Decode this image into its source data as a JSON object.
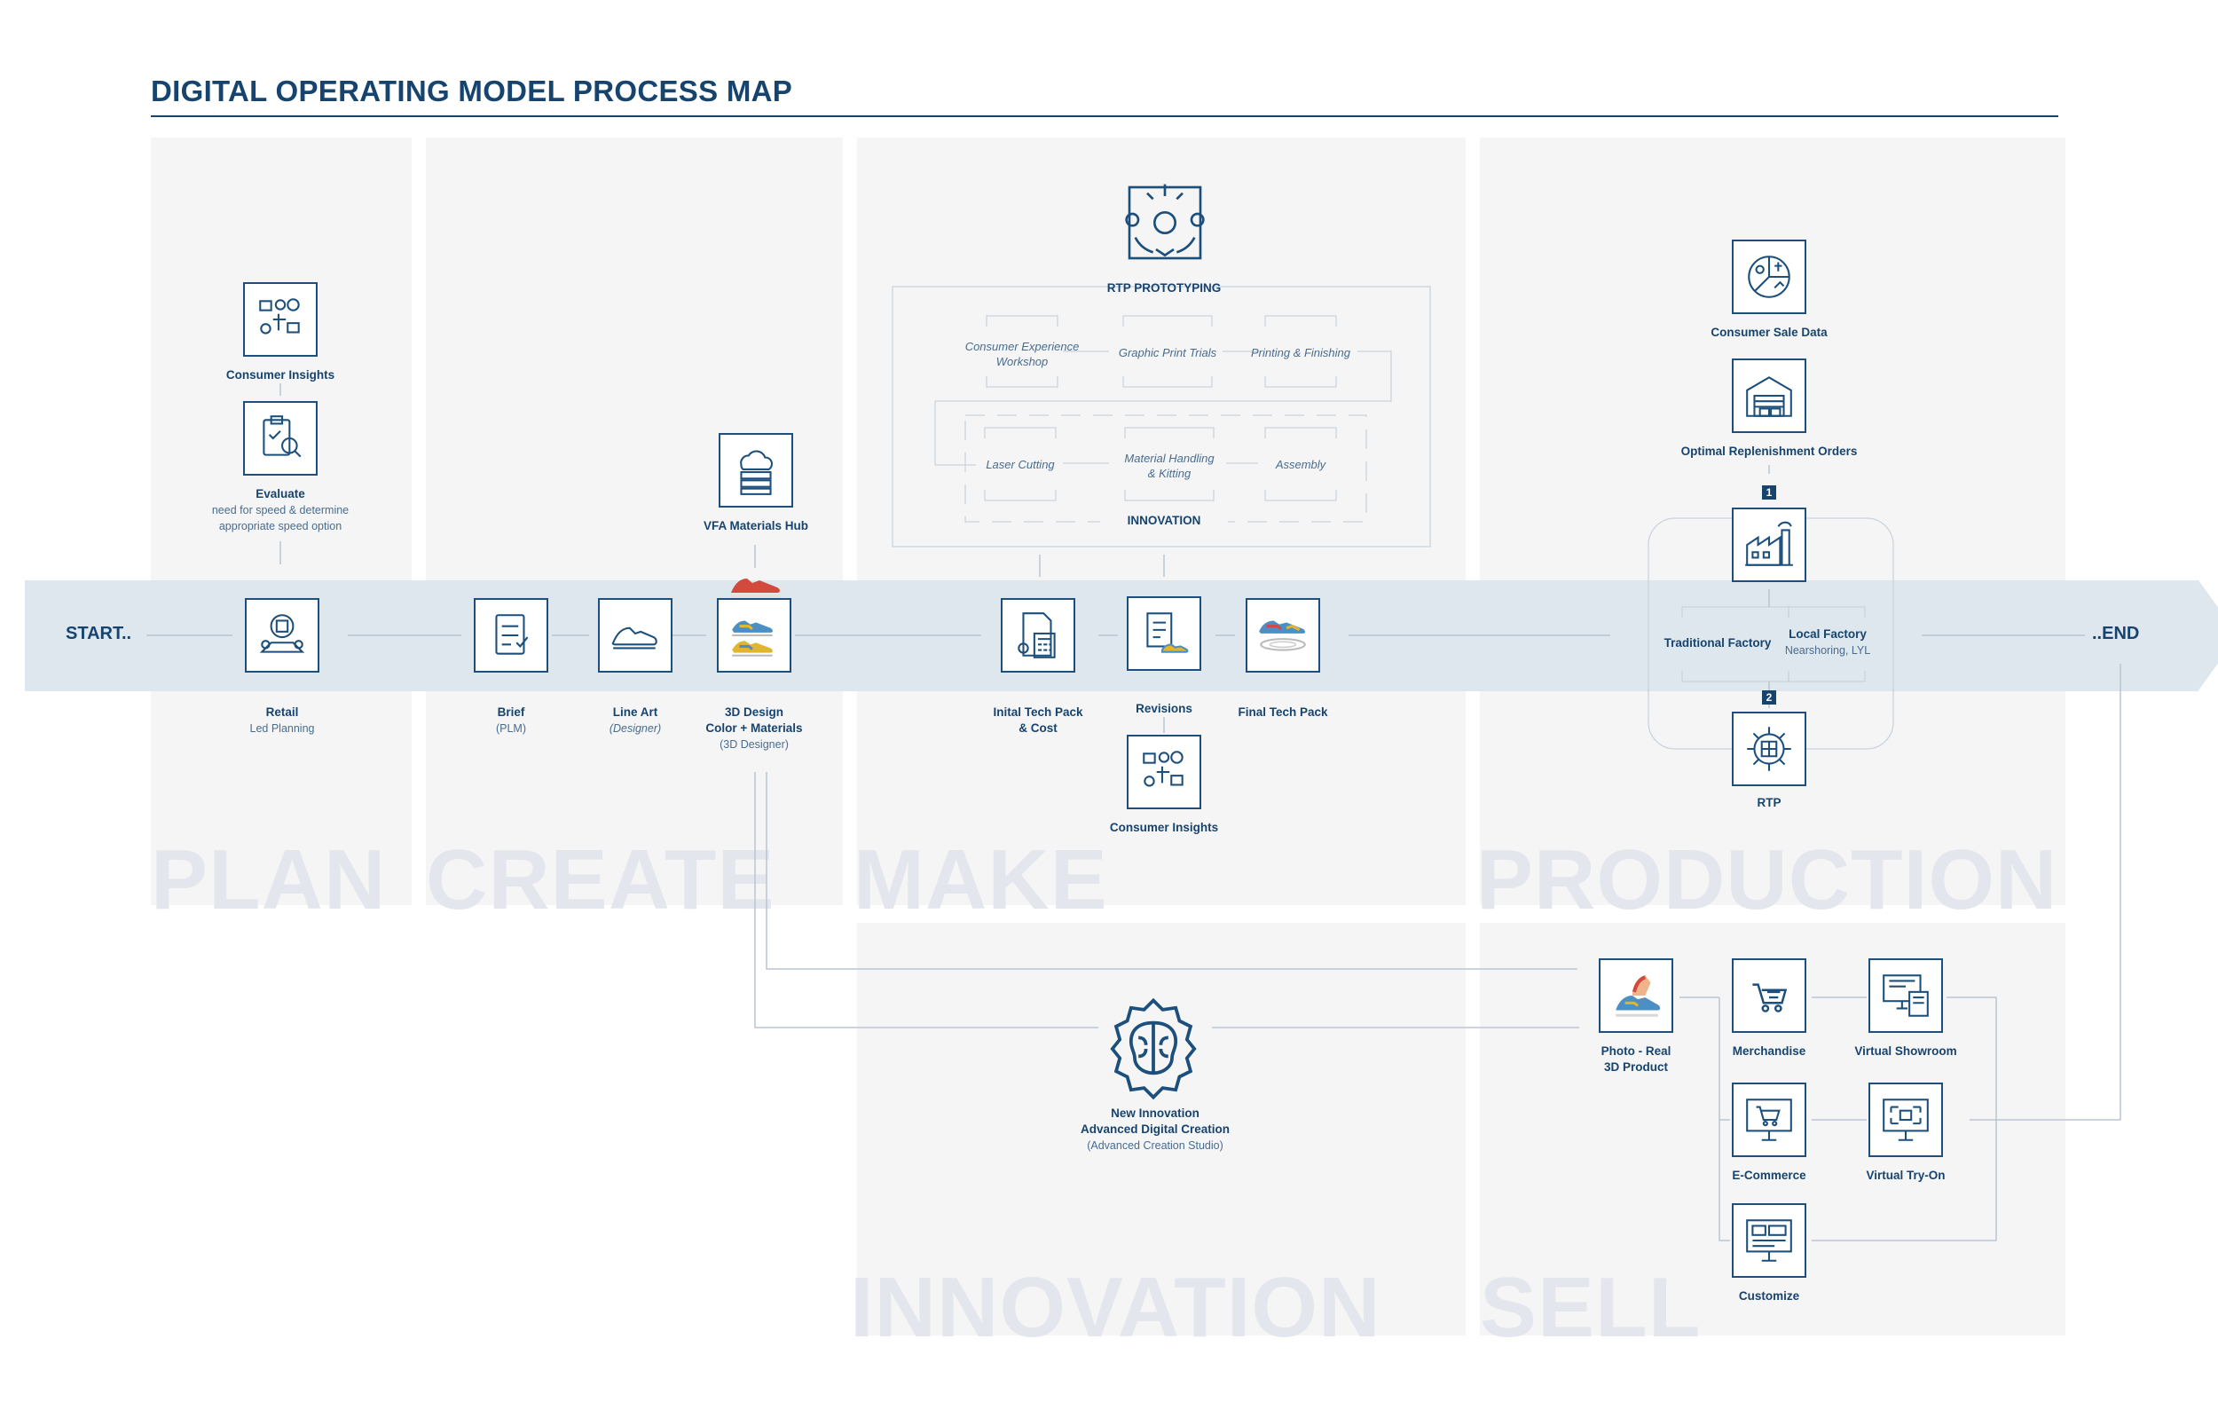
{
  "title": "DIGITAL OPERATING MODEL PROCESS MAP",
  "sections": {
    "plan": "PLAN",
    "create": "CREATE",
    "make": "MAKE",
    "production": "PRODUCTION",
    "innovation": "INNOVATION",
    "sell": "SELL"
  },
  "flow": {
    "start": "START..",
    "end": "..END"
  },
  "plan": {
    "consumer_insights": "Consumer Insights",
    "evaluate_title": "Evaluate",
    "evaluate_sub1": "need for speed & determine",
    "evaluate_sub2": "appropriate speed option",
    "retail_title": "Retail",
    "retail_sub": "Led Planning"
  },
  "create": {
    "brief_title": "Brief",
    "brief_sub": "(PLM)",
    "lineart_title": "Line Art",
    "lineart_sub": "(Designer)",
    "design_title1": "3D Design",
    "design_title2": "Color + Materials",
    "design_sub": "(3D Designer)",
    "vfa": "VFA Materials Hub"
  },
  "make": {
    "rtp_prototyping": "RTP PROTOTYPING",
    "step1a": "Consumer Experience",
    "step1b": "Workshop",
    "step2": "Graphic Print Trials",
    "step3": "Printing & Finishing",
    "step4": "Laser Cutting",
    "step5a": "Material Handling",
    "step5b": "& Kitting",
    "step6": "Assembly",
    "innovation_label": "INNOVATION",
    "techpack_title1": "Inital Tech Pack",
    "techpack_title2": "& Cost",
    "revisions": "Revisions",
    "final_techpack": "Final Tech Pack",
    "consumer_insights": "Consumer Insights"
  },
  "production": {
    "consumer_sale_data": "Consumer Sale Data",
    "replenishment": "Optimal Replenishment Orders",
    "badge1": "1",
    "badge2": "2",
    "traditional": "Traditional Factory",
    "local_title": "Local Factory",
    "local_sub": "Nearshoring, LYL",
    "rtp": "RTP"
  },
  "innovation": {
    "title1": "New Innovation",
    "title2": "Advanced Digital Creation",
    "sub": "(Advanced Creation Studio)"
  },
  "sell": {
    "photo1": "Photo - Real",
    "photo2": "3D Product",
    "merchandise": "Merchandise",
    "virtual_showroom": "Virtual Showroom",
    "ecommerce": "E-Commerce",
    "virtual_tryon": "Virtual Try-On",
    "customize": "Customize"
  },
  "colors": {
    "navy": "#16446e",
    "band": "#dfe7ee",
    "panel": "#f6f5f6",
    "watermark": "#e3e7ed"
  }
}
